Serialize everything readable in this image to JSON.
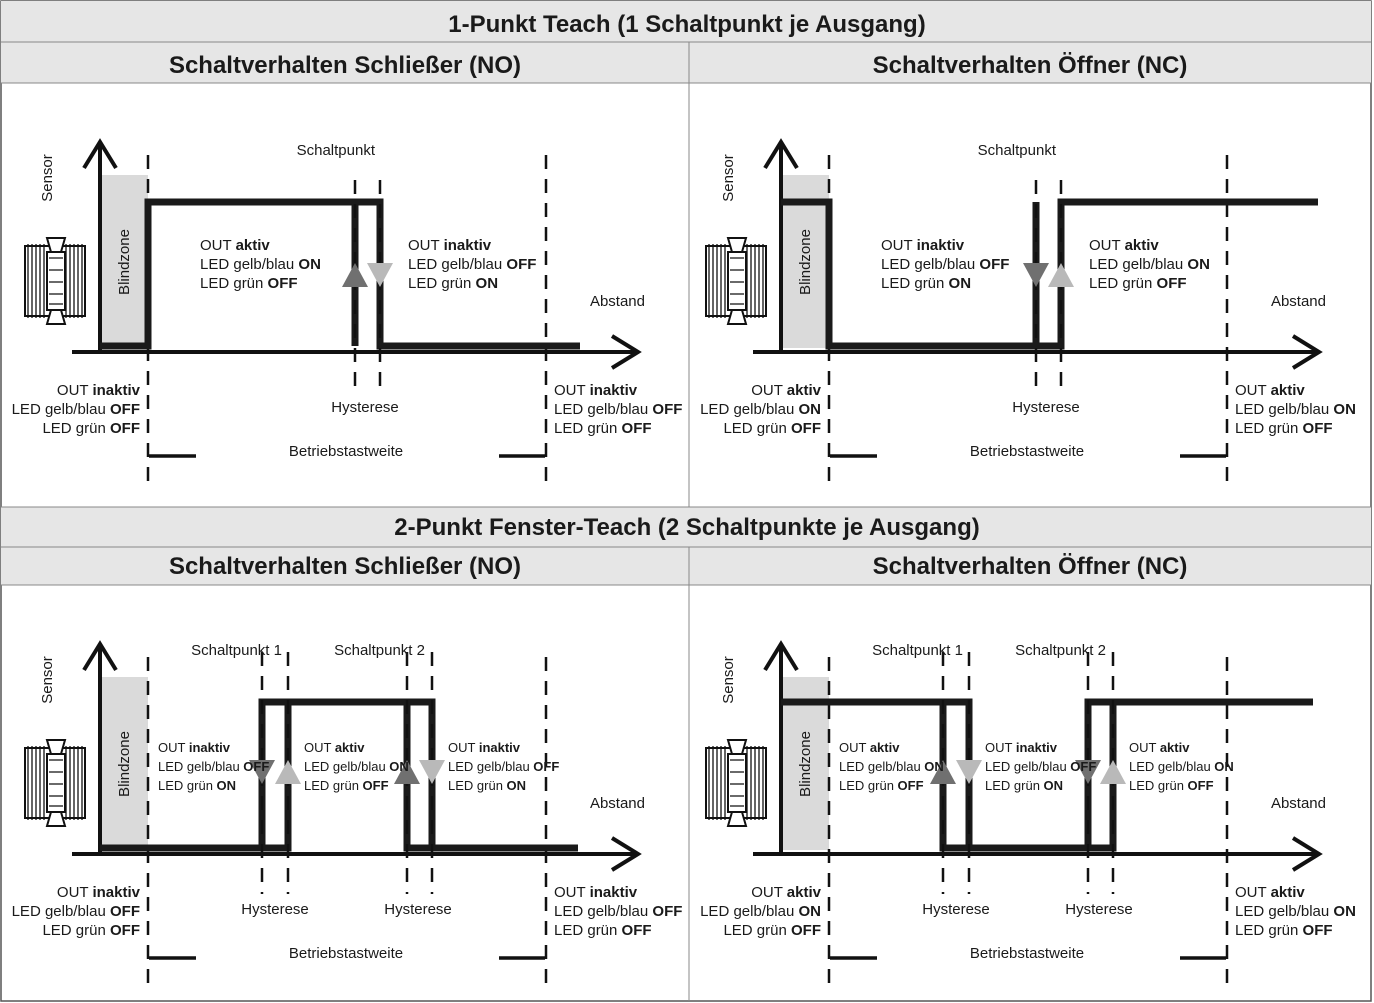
{
  "sections": [
    {
      "title": "1-Punkt Teach (1 Schaltpunkt je Ausgang)",
      "left_header": "Schaltverhalten Schließer (NO)",
      "right_header": "Schaltverhalten Öffner (NC)"
    },
    {
      "title": "2-Punkt Fenster-Teach (2 Schaltpunkte je Ausgang)",
      "left_header": "Schaltverhalten Schließer (NO)",
      "right_header": "Schaltverhalten Öffner (NC)"
    }
  ],
  "labels": {
    "sensor": "Sensor",
    "blindzone": "Blindzone",
    "abstand": "Abstand",
    "hysterese": "Hysterese",
    "betriebstastweite": "Betriebstastweite",
    "schaltpunkt": "Schaltpunkt",
    "schaltpunkt1": "Schaltpunkt 1",
    "schaltpunkt2": "Schaltpunkt 2"
  },
  "status_text": {
    "out": "OUT",
    "aktiv": "aktiv",
    "inaktiv": "inaktiv",
    "led_gelb": "LED gelb/blau",
    "led_gruen": "LED grün",
    "on": "ON",
    "off": "OFF"
  },
  "colors": {
    "header_bg": "#e6e6e6",
    "blindzone": "#dadada",
    "signal": "#1a1a1a",
    "arrow_dark": "#707070",
    "arrow_light": "#b9b9b9"
  }
}
